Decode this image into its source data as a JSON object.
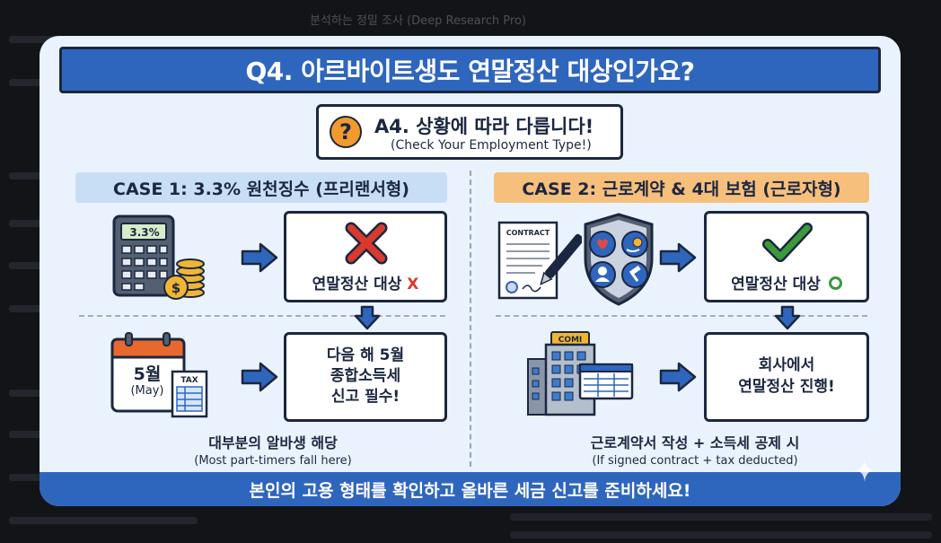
{
  "background": {
    "title": "분석하는 정밀 조사 (Deep Research Pro)"
  },
  "question_banner": "Q4. 아르바이트생도 연말정산 대상인가요?",
  "answer": {
    "icon": "question-icon",
    "title": "A4. 상황에 따라 다릅니다!",
    "subtitle": "(Check Your Employment Type!)"
  },
  "case1": {
    "title": "CASE 1: 3.3% 원천징수 (프리랜서형)",
    "calculator_display": "3.3%",
    "result_text": "연말정산 대상",
    "result_mark": "X",
    "calendar_month": "5월",
    "calendar_month_en": "(May)",
    "tax_doc_label": "TAX",
    "action_lines": [
      "다음 해 5월",
      "종합소득세",
      "신고 필수!"
    ],
    "caption": "대부분의 알바생 해당",
    "caption_en": "(Most part-timers fall here)"
  },
  "case2": {
    "title": "CASE 2: 근로계약 & 4대 보험 (근로자형)",
    "contract_label": "CONTRACT",
    "result_text": "연말정산 대상",
    "result_mark": "O",
    "building_sign": "COMI",
    "action_lines": [
      "회사에서",
      "연말정산 진행!"
    ],
    "caption": "근로계약서 작성 + 소득세 공제 시",
    "caption_en": "(If signed contract + tax deducted)"
  },
  "footer": "본인의 고용 형태를 확인하고 올바른 세금 신고를 준비하세요!",
  "colors": {
    "navy": "#1b2740",
    "blue": "#2f66bd",
    "light_blue": "#c8def4",
    "orange": "#f7bf7c",
    "red": "#d83a2e",
    "green": "#3a9a3a"
  }
}
